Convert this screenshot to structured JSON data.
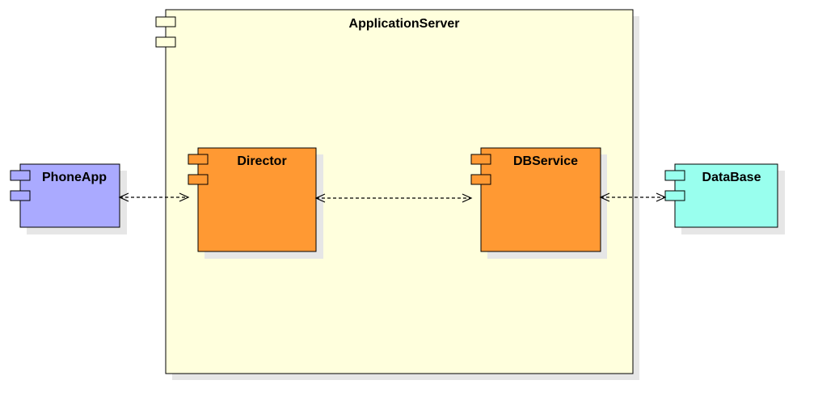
{
  "diagram": {
    "container": {
      "label": "ApplicationServer",
      "fill": "#ffffdd"
    },
    "components": {
      "phoneapp": {
        "label": "PhoneApp",
        "fill": "#aaaaff"
      },
      "director": {
        "label": "Director",
        "fill": "#ff9933"
      },
      "dbservice": {
        "label": "DBService",
        "fill": "#ff9933"
      },
      "database": {
        "label": "DataBase",
        "fill": "#99ffee"
      }
    },
    "connectors": [
      {
        "from": "PhoneApp",
        "to": "Director",
        "style": "dashed",
        "arrows": "both-open"
      },
      {
        "from": "Director",
        "to": "DBService",
        "style": "dashed",
        "arrows": "both-open"
      },
      {
        "from": "DBService",
        "to": "DataBase",
        "style": "dashed",
        "arrows": "both-open"
      }
    ],
    "colors": {
      "stroke": "#000000",
      "shadow": "#e6e6e6"
    }
  }
}
